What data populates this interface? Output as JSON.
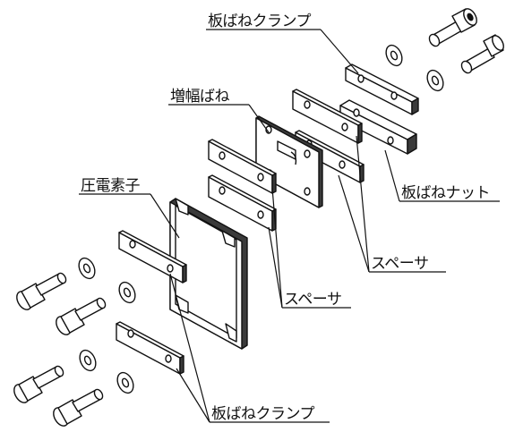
{
  "labels": {
    "clamp_top": "板ばねクランプ",
    "amplifying_spring": "増幅ばね",
    "spring_nut": "板ばねナット",
    "piezo_element": "圧電素子",
    "spacer_right": "スペーサ",
    "spacer_middle": "スペーサ",
    "clamp_bottom": "板ばねクランプ"
  },
  "colors": {
    "line": "#111111",
    "fill": "#ffffff",
    "shade": "#3a3a3a"
  }
}
